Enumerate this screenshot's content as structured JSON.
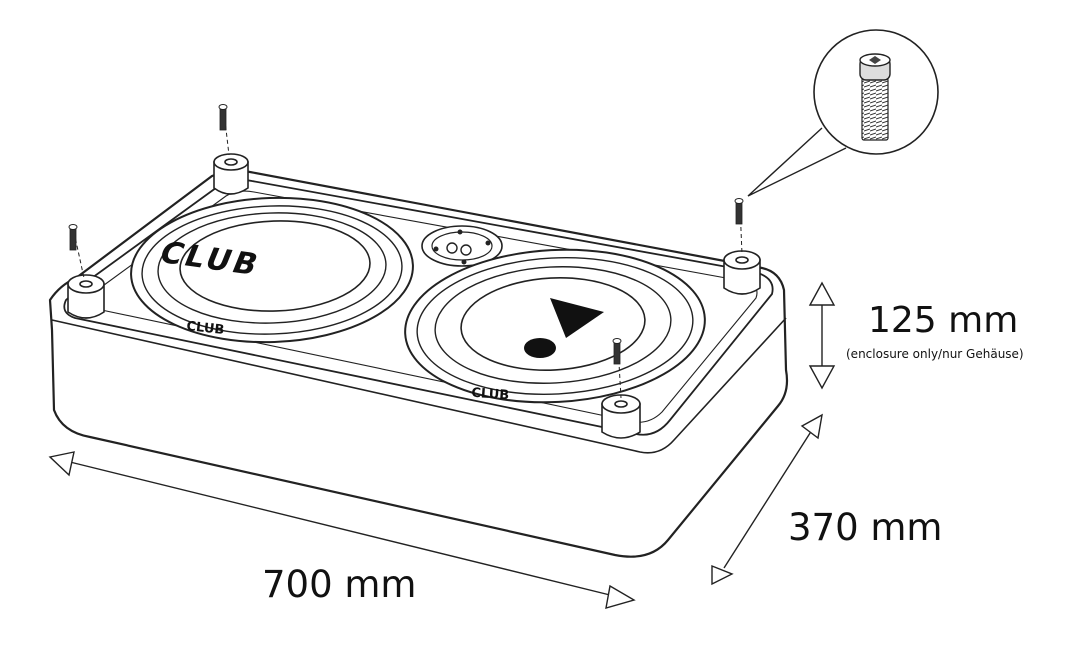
{
  "dimensions": {
    "height_label": "125 mm",
    "height_note": "(enclosure only/nur Gehäuse)",
    "depth_label": "370 mm",
    "width_label": "700 mm"
  },
  "branding": {
    "woofer_logo": "CLUB",
    "surround_logo": "CLUB"
  }
}
